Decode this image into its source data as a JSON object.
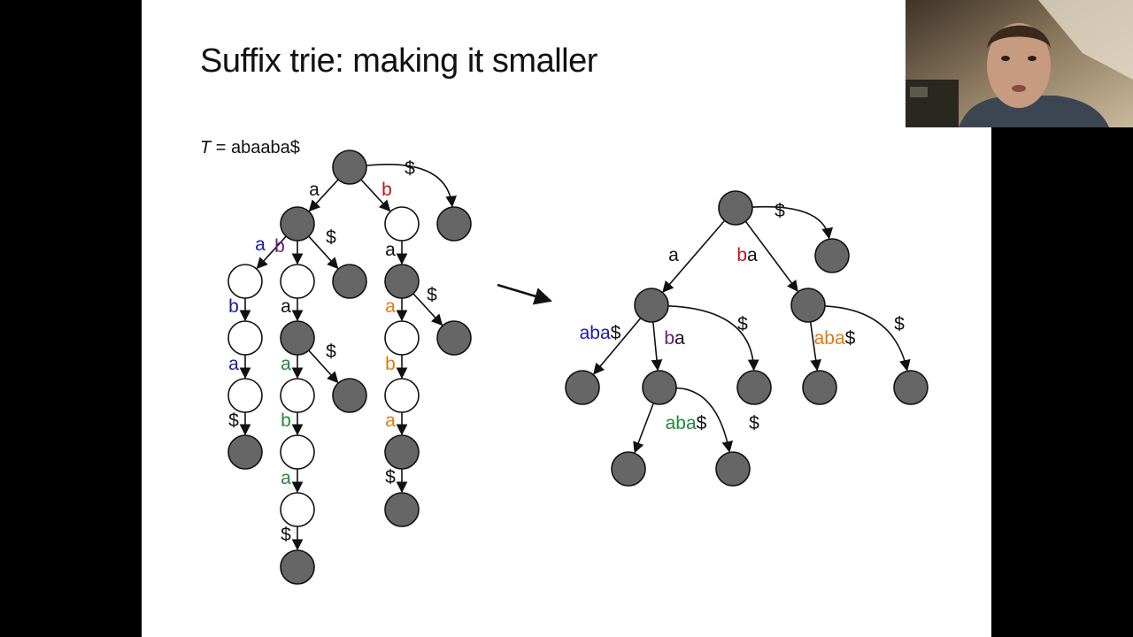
{
  "slide": {
    "title": "Suffix trie: making it smaller",
    "text_var": "T",
    "text_eq": " = abaaba$"
  },
  "colors": {
    "background": "#ffffff",
    "frame": "#000000",
    "internal_node": "#666666",
    "empty_node": "#ffffff",
    "black": "#111111",
    "red": "#cc1111",
    "blue": "#1a1aa6",
    "purple": "#6a1a7a",
    "green": "#1f8a3a",
    "orange": "#e07a12"
  },
  "left_trie": {
    "nodes": [
      {
        "id": "r",
        "fill": "gray"
      },
      {
        "id": "a",
        "fill": "gray"
      },
      {
        "id": "b",
        "fill": "white"
      },
      {
        "id": "ds",
        "fill": "gray"
      },
      {
        "id": "aa",
        "fill": "white"
      },
      {
        "id": "ab",
        "fill": "white"
      },
      {
        "id": "ad",
        "fill": "gray"
      },
      {
        "id": "ba",
        "fill": "gray"
      },
      {
        "id": "aab",
        "fill": "white"
      },
      {
        "id": "aba",
        "fill": "gray"
      },
      {
        "id": "bab",
        "fill": "white"
      },
      {
        "id": "bad",
        "fill": "gray"
      },
      {
        "id": "aaba",
        "fill": "white"
      },
      {
        "id": "abaa",
        "fill": "white"
      },
      {
        "id": "abad",
        "fill": "gray"
      },
      {
        "id": "baba",
        "fill": "white"
      },
      {
        "id": "aabad",
        "fill": "gray"
      },
      {
        "id": "abaab",
        "fill": "white"
      },
      {
        "id": "babad",
        "fill": "gray"
      },
      {
        "id": "abaaba",
        "fill": "white"
      },
      {
        "id": "abaabad",
        "fill": "gray"
      }
    ],
    "edges": [
      {
        "from": "r",
        "to": "a",
        "label": "a",
        "color": "black"
      },
      {
        "from": "r",
        "to": "b",
        "label": "b",
        "color": "red"
      },
      {
        "from": "r",
        "to": "ds",
        "label": "$",
        "color": "black"
      },
      {
        "from": "a",
        "to": "aa",
        "label": "a",
        "color": "blue"
      },
      {
        "from": "a",
        "to": "ab",
        "label": "b",
        "color": "purple"
      },
      {
        "from": "a",
        "to": "ad",
        "label": "$",
        "color": "black"
      },
      {
        "from": "b",
        "to": "ba",
        "label": "a",
        "color": "black"
      },
      {
        "from": "aa",
        "to": "aab",
        "label": "b",
        "color": "blue"
      },
      {
        "from": "ab",
        "to": "aba",
        "label": "a",
        "color": "black"
      },
      {
        "from": "ba",
        "to": "bab",
        "label": "a",
        "color": "orange"
      },
      {
        "from": "ba",
        "to": "bad",
        "label": "$",
        "color": "black"
      },
      {
        "from": "aab",
        "to": "aaba",
        "label": "a",
        "color": "blue"
      },
      {
        "from": "aba",
        "to": "abaa",
        "label": "a",
        "color": "green"
      },
      {
        "from": "aba",
        "to": "abad",
        "label": "$",
        "color": "black"
      },
      {
        "from": "bab",
        "to": "baba",
        "label": "b",
        "color": "orange"
      },
      {
        "from": "aaba",
        "to": "aabad",
        "label": "$",
        "color": "black"
      },
      {
        "from": "abaa",
        "to": "abaab",
        "label": "b",
        "color": "green"
      },
      {
        "from": "baba",
        "to": "babad",
        "label": "a",
        "color": "orange"
      },
      {
        "from": "abaab",
        "to": "abaaba",
        "label": "a",
        "color": "green"
      },
      {
        "from": "babad",
        "to": "babadd",
        "label": "$",
        "color": "black"
      },
      {
        "from": "abaaba",
        "to": "abaabad",
        "label": "$",
        "color": "black"
      }
    ]
  },
  "right_trie": {
    "nodes": [
      {
        "id": "R",
        "fill": "gray"
      },
      {
        "id": "A",
        "fill": "gray"
      },
      {
        "id": "BA",
        "fill": "gray"
      },
      {
        "id": "D",
        "fill": "gray"
      },
      {
        "id": "A1",
        "fill": "gray"
      },
      {
        "id": "A2",
        "fill": "gray"
      },
      {
        "id": "A3",
        "fill": "gray"
      },
      {
        "id": "B1",
        "fill": "gray"
      },
      {
        "id": "B2",
        "fill": "gray"
      },
      {
        "id": "C1",
        "fill": "gray"
      },
      {
        "id": "C2",
        "fill": "gray"
      }
    ],
    "edges": [
      {
        "from": "R",
        "to": "A",
        "parts": [
          {
            "t": "a",
            "c": "black"
          }
        ]
      },
      {
        "from": "R",
        "to": "BA",
        "parts": [
          {
            "t": "b",
            "c": "red"
          },
          {
            "t": "a",
            "c": "black"
          }
        ]
      },
      {
        "from": "R",
        "to": "D",
        "parts": [
          {
            "t": "$",
            "c": "black"
          }
        ]
      },
      {
        "from": "A",
        "to": "A1",
        "parts": [
          {
            "t": "aba",
            "c": "blue"
          },
          {
            "t": "$",
            "c": "black"
          }
        ]
      },
      {
        "from": "A",
        "to": "A2",
        "parts": [
          {
            "t": "b",
            "c": "purple"
          },
          {
            "t": "a",
            "c": "black"
          }
        ]
      },
      {
        "from": "A",
        "to": "A3",
        "parts": [
          {
            "t": "$",
            "c": "black"
          }
        ]
      },
      {
        "from": "BA",
        "to": "B1",
        "parts": [
          {
            "t": "aba",
            "c": "orange"
          },
          {
            "t": "$",
            "c": "black"
          }
        ]
      },
      {
        "from": "BA",
        "to": "B2",
        "parts": [
          {
            "t": "$",
            "c": "black"
          }
        ]
      },
      {
        "from": "A2",
        "to": "C1",
        "parts": [
          {
            "t": "aba",
            "c": "green"
          },
          {
            "t": "$",
            "c": "black"
          }
        ]
      },
      {
        "from": "A2",
        "to": "C2",
        "parts": [
          {
            "t": "$",
            "c": "black"
          }
        ]
      }
    ]
  },
  "webcam": {
    "icon": "presenter-video-thumbnail"
  }
}
